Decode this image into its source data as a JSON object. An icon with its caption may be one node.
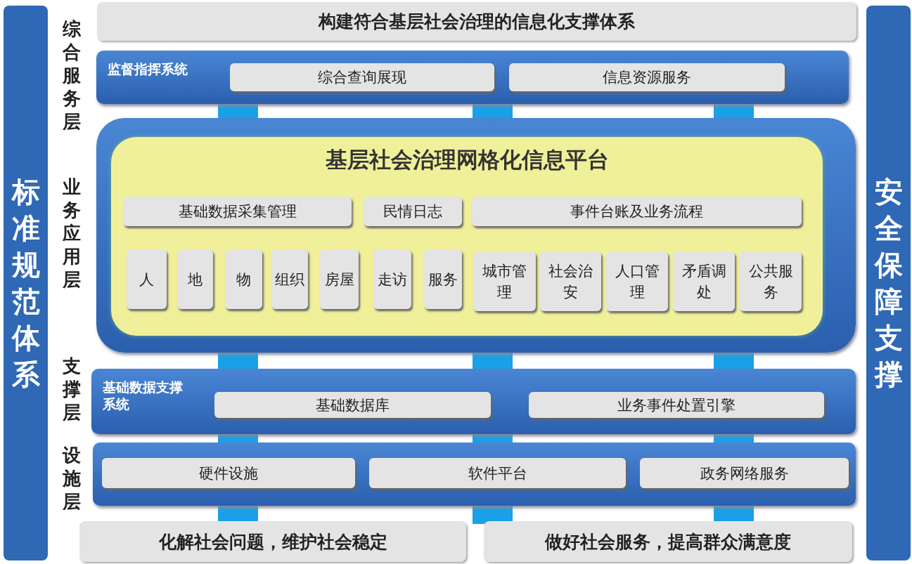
{
  "diagram": {
    "nodes": [
      {
        "text": [
          "标准规范体系"
        ]
      },
      {
        "text": [
          "构建符合基层社会治理的信息化支撑体系"
        ]
      },
      {
        "text": [
          "监督指挥系统"
        ]
      },
      {
        "text": [
          "综合查询展现"
        ],
        "in": 2
      },
      {
        "text": [
          "信息资源服务"
        ],
        "in": 2
      },
      {
        "text": [],
        "shape": "box"
      },
      {
        "text": [
          "基层社会治理网格化信息平台"
        ],
        "in": 5
      },
      {
        "text": [
          "基础数据采集管理"
        ],
        "in": 6
      },
      {
        "text": [
          "民情日志"
        ],
        "in": 6
      },
      {
        "text": [
          "事件台账及业务流程"
        ],
        "in": 6
      },
      {
        "text": [
          "人"
        ],
        "in": 6
      },
      {
        "text": [
          "地"
        ],
        "in": 6
      },
      {
        "text": [
          "物"
        ],
        "in": 6
      },
      {
        "text": [
          "组织"
        ],
        "in": 6
      },
      {
        "text": [
          "房屋"
        ],
        "in": 6
      },
      {
        "text": [
          "走访"
        ],
        "in": 6
      },
      {
        "text": [
          "服务"
        ],
        "in": 6
      },
      {
        "text": [
          "城市管理"
        ],
        "in": 6
      },
      {
        "text": [
          "社会治安"
        ],
        "in": 6
      },
      {
        "text": [
          "人口管理"
        ],
        "in": 6
      },
      {
        "text": [
          "矛盾调处"
        ],
        "in": 6
      },
      {
        "text": [
          "公共服务"
        ],
        "in": 6
      },
      {
        "text": [
          "基础数据支撑系统"
        ]
      },
      {
        "text": [
          "基础数据库"
        ],
        "in": 22
      },
      {
        "text": [
          "业务事件处置引擎"
        ],
        "in": 22
      },
      {
        "text": [],
        "shape": "box"
      },
      {
        "text": [
          "硬件设施"
        ],
        "in": 25
      },
      {
        "text": [
          "软件平台"
        ],
        "in": 25
      },
      {
        "text": [
          "政务网络服务"
        ],
        "in": 25
      },
      {
        "text": [
          "化解社会问题，维护社会稳定"
        ]
      },
      {
        "text": [
          "做好社会服务，提高群众满意度"
        ]
      },
      {
        "text": [
          "安全保障支撑"
        ]
      }
    ],
    "labels": [
      "综合服务层",
      "业务应用层",
      "支撑层",
      "设施层"
    ]
  }
}
